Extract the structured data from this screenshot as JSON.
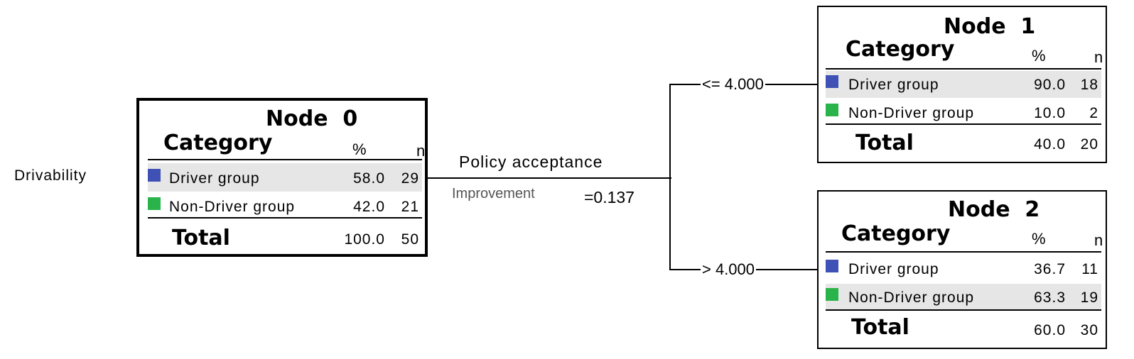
{
  "dependent_variable": "Drivability",
  "colors": {
    "driver": "#3f51b5",
    "non_driver": "#2bb34b"
  },
  "split": {
    "variable": "Policy acceptance",
    "improvement_label": "Improvement",
    "improvement_value": "=0.137"
  },
  "branches": {
    "left": "<= 4.000",
    "right": "> 4.000"
  },
  "nodes": [
    {
      "title": "Node  0",
      "cat_header": "Category",
      "pct_header": "%",
      "n_header": "n",
      "rows": [
        {
          "label": "Driver group",
          "pct": "58.0",
          "n": "29",
          "color_icon": "blue-square"
        },
        {
          "label": "Non-Driver group",
          "pct": "42.0",
          "n": "21",
          "color_icon": "green-square"
        }
      ],
      "total_label": "Total",
      "total_pct": "100.0",
      "total_n": "50"
    },
    {
      "title": "Node  1",
      "cat_header": "Category",
      "pct_header": "%",
      "n_header": "n",
      "rows": [
        {
          "label": "Driver group",
          "pct": "90.0",
          "n": "18",
          "color_icon": "blue-square"
        },
        {
          "label": "Non-Driver group",
          "pct": "10.0",
          "n": "2",
          "color_icon": "green-square"
        }
      ],
      "total_label": "Total",
      "total_pct": "40.0",
      "total_n": "20"
    },
    {
      "title": "Node  2",
      "cat_header": "Category",
      "pct_header": "%",
      "n_header": "n",
      "rows": [
        {
          "label": "Driver group",
          "pct": "36.7",
          "n": "11",
          "color_icon": "blue-square"
        },
        {
          "label": "Non-Driver group",
          "pct": "63.3",
          "n": "19",
          "color_icon": "green-square"
        }
      ],
      "total_label": "Total",
      "total_pct": "60.0",
      "total_n": "30"
    }
  ]
}
